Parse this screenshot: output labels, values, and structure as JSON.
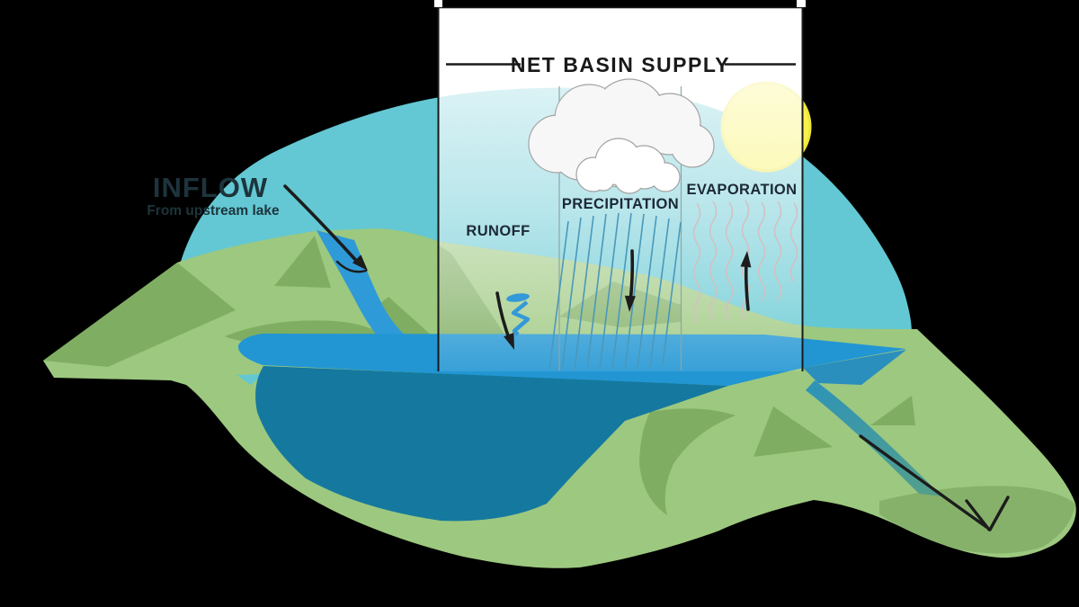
{
  "diagram": {
    "title": "NET BASIN SUPPLY",
    "inflow_label": "INFLOW",
    "inflow_sublabel": "From upstream lake",
    "labels": {
      "runoff": "RUNOFF",
      "precipitation": "PRECIPITATION",
      "evaporation": "EVAPORATION"
    },
    "colors": {
      "background": "#000000",
      "sky": "#63c8d3",
      "land": "#9dc87f",
      "land_shadow": "#7fae62",
      "tail_shadow": "#86b16a",
      "lake": "#2296d3",
      "lake_deep": "#15799f",
      "river": "#2f9ad8",
      "outflow_river": "#2d93b8",
      "panel_white": "#ffffff",
      "border": "#1a1a1a",
      "divider": "#8fa5a5",
      "sun": "#f8f24c",
      "sun_rim": "#eee73c",
      "cloud_fill": "#f7f7f7",
      "cloud_stroke": "#a3a3a3",
      "rain": "#4a98ba",
      "vapor": "#d2c1c1",
      "arrow": "#1c1c1c",
      "stream": "#3399d8"
    }
  }
}
